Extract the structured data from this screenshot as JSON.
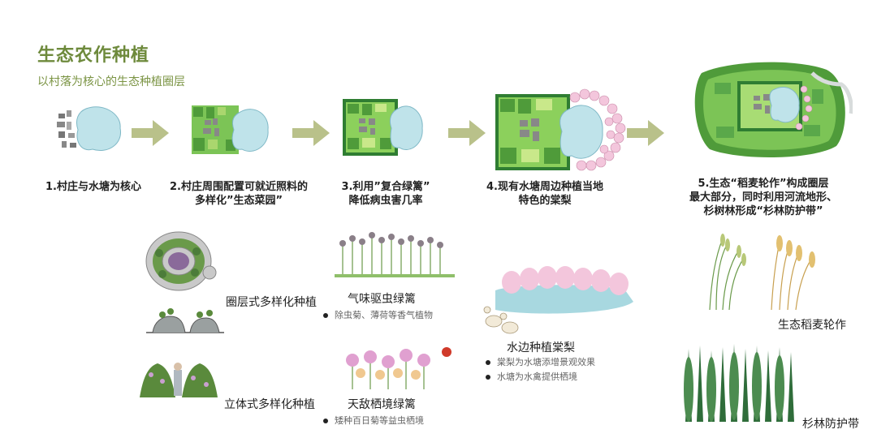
{
  "title": "生态农作种植",
  "subtitle": "以村落为核心的生态种植圈层",
  "steps": [
    {
      "line1": "1.村庄与水塘为核心",
      "line2": ""
    },
    {
      "line1": "2.村庄周围配置可就近照料的",
      "line2": "多样化”生态菜园”"
    },
    {
      "line1": "3.利用”复合绿篱”",
      "line2": "降低病虫害几率"
    },
    {
      "line1": "4.现有水塘周边种植当地",
      "line2": "特色的棠梨"
    },
    {
      "line1": "5.生态“稻麦轮作”构成圈层",
      "line2": "最大部分，同时利用河流地形、",
      "line3": "杉树林形成“杉林防护带”"
    }
  ],
  "planting": {
    "circle": "圈层式多样化种植",
    "vertical": "立体式多样化种植",
    "odor_hedge": {
      "label": "气味驱虫绿篱",
      "bullet": "除虫菊、薄荷等香气植物"
    },
    "enemy_hedge": {
      "label": "天敌栖境绿篱",
      "bullet": "矮种百日菊等益虫栖境"
    },
    "waterside": {
      "label": "水边种植棠梨",
      "bullets": [
        "棠梨为水塘添增景观效果",
        "水塘为水禽提供栖境"
      ]
    },
    "rice_wheat": "生态稻麦轮作",
    "fir_belt": "杉林防护带"
  },
  "colors": {
    "accent": "#6e8a3c",
    "arrow": "#b9c18a",
    "water": "#bfe3ea",
    "field": "#5aa84a"
  }
}
